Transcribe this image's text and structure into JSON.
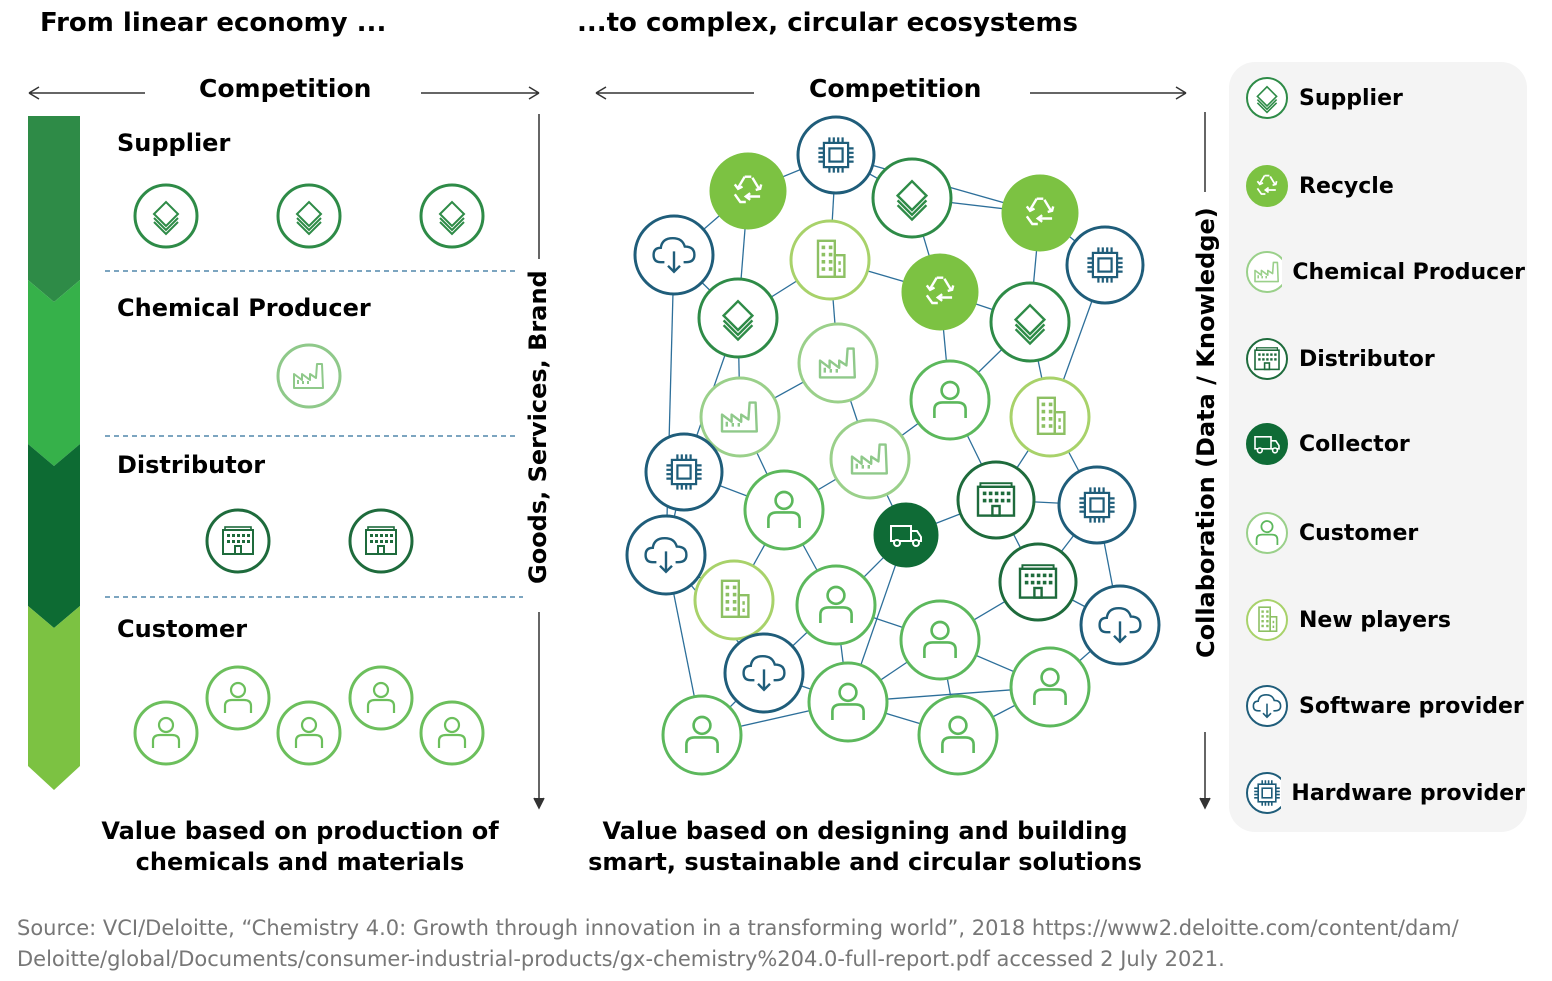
{
  "headings": {
    "left": "From linear economy ...",
    "right": "...to complex, circular ecosystems"
  },
  "competition": {
    "left": "Competition",
    "right": "Competition"
  },
  "linear_stages": [
    {
      "label": "Supplier",
      "icon": "layers-icon",
      "count": 3
    },
    {
      "label": "Chemical Producer",
      "icon": "factory-icon",
      "count": 1
    },
    {
      "label": "Distributor",
      "icon": "building-icon",
      "count": 2
    },
    {
      "label": "Customer",
      "icon": "person-icon",
      "count": 5
    }
  ],
  "vertical_labels": {
    "left": "Goods, Services, Brand",
    "right": "Collaboration (Data / Knowledge)"
  },
  "bottom_texts": {
    "left": "Value based on production of chemicals and materials",
    "right": "Value based on designing and building smart, sustainable and circular solutions"
  },
  "legend": [
    {
      "label": "Supplier",
      "icon": "layers-icon",
      "color": "#2e7d32"
    },
    {
      "label": "Recycle",
      "icon": "recycle-icon",
      "color": "#7cc242"
    },
    {
      "label": "Chemical Producer",
      "icon": "factory-icon",
      "color": "#9ad08a"
    },
    {
      "label": "Distributor",
      "icon": "building-icon",
      "color": "#1e6b3c"
    },
    {
      "label": "Collector",
      "icon": "truck-icon",
      "color": "#0f6b36"
    },
    {
      "label": "Customer",
      "icon": "person-icon",
      "color": "#5cb85c"
    },
    {
      "label": "New players",
      "icon": "tall-building-icon",
      "color": "#a8d26a"
    },
    {
      "label": "Software provider",
      "icon": "cloud-download-icon",
      "color": "#1f5d7a"
    },
    {
      "label": "Hardware provider",
      "icon": "chip-icon",
      "color": "#1f5d7a"
    }
  ],
  "colors": {
    "stage_arrow": [
      "#2e8b47",
      "#36b14a",
      "#0d6b33",
      "#7cc242"
    ],
    "network_line": "#2d6f9a",
    "dashed_divider": "#2d6f9a"
  },
  "source": {
    "line1": "Source: VCI/Deloitte, “Chemistry 4.0: Growth through innovation in a transforming world”, 2018  https://www2.deloitte.com/content/dam/",
    "line2": "Deloitte/global/Documents/consumer-industrial-products/gx-chemistry%204.0-full-report.pdf accessed 2 July 2021."
  }
}
